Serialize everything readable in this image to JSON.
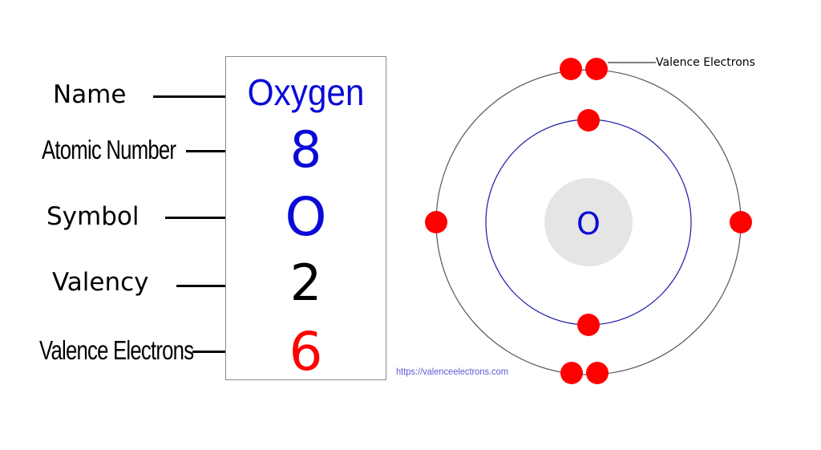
{
  "element_card": {
    "rows": [
      {
        "label": "Name",
        "value": "Oxygen",
        "value_color": "#0a0ad8"
      },
      {
        "label": "Atomic Number",
        "value": "8",
        "value_color": "#0a0ad8"
      },
      {
        "label": "Symbol",
        "value": "O",
        "value_color": "#0a0ad8"
      },
      {
        "label": "Valency",
        "value": "2",
        "value_color": "#000000"
      },
      {
        "label": "Valence Electrons",
        "value": "6",
        "value_color": "#ff0000"
      }
    ]
  },
  "watermark": "https://valenceelectrons.com",
  "bohr_model": {
    "nucleus_symbol": "O",
    "nucleus_color": "#e5e5e5",
    "symbol_color": "#0a0ad8",
    "inner_shell": {
      "electrons": 2,
      "color": "#1a1aa8"
    },
    "outer_shell": {
      "electrons": 6,
      "color": "#555555"
    },
    "electron_color": "#ff0000",
    "callout_label": "Valence Electrons"
  }
}
